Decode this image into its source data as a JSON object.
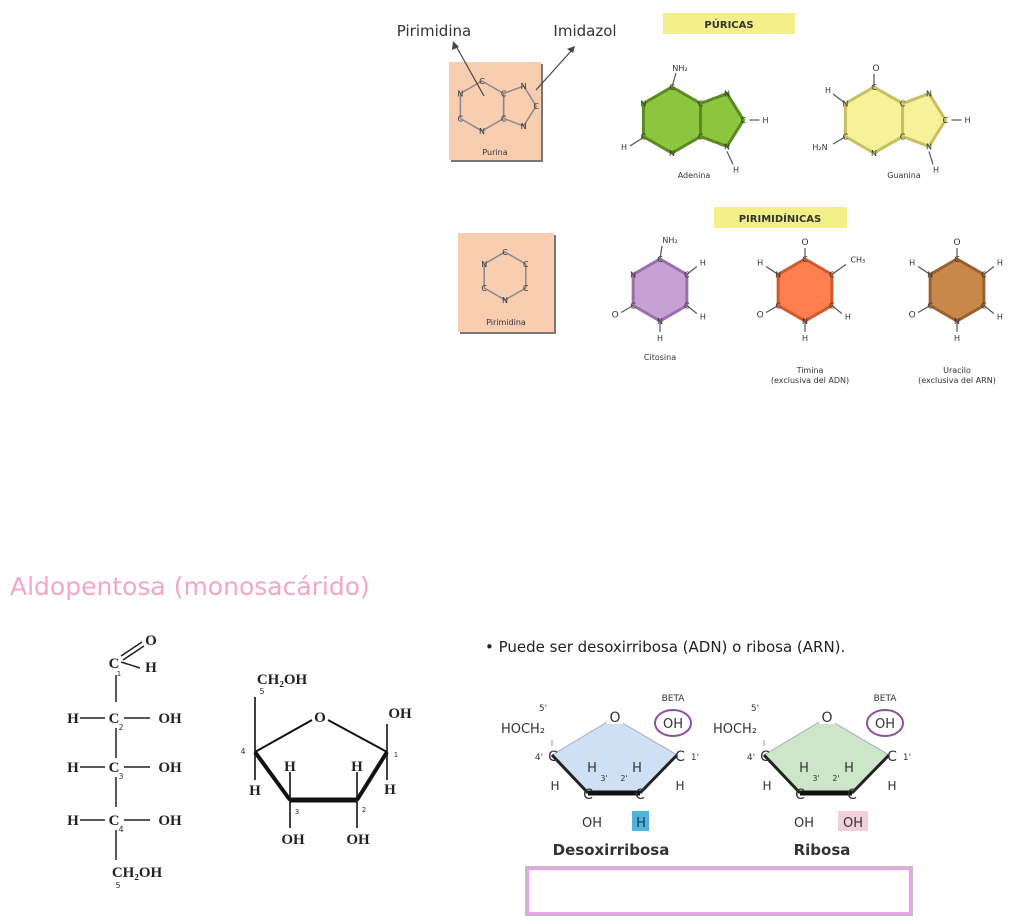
{
  "top": {
    "pirimidina_label": "Pirimidina",
    "imidazol_label": "Imidazol",
    "puricas_label": "PÚRICAS",
    "pirimidinicas_label": "PIRIMIDÍNICAS"
  },
  "molecules": {
    "purina": {
      "caption": "Purina",
      "atoms": [
        "C",
        "C",
        "C",
        "N",
        "C",
        "N",
        "N",
        "C",
        "N"
      ]
    },
    "adenina": {
      "caption": "Adenina",
      "atoms": [
        "C",
        "C",
        "C",
        "N",
        "C",
        "N",
        "N",
        "C",
        "N"
      ],
      "subs": [
        "NH₂",
        "H",
        "H",
        "H"
      ],
      "fill": "#8cc63f"
    },
    "guanina": {
      "caption": "Guanina",
      "atoms": [
        "C",
        "C",
        "C",
        "N",
        "C",
        "N",
        "N",
        "C",
        "N"
      ],
      "subs": [
        "O",
        "H",
        "H₂N",
        "H",
        "H"
      ],
      "fill": "#f6f29a"
    },
    "pirimidina": {
      "caption": "Pirimidina",
      "atoms": [
        "C",
        "C",
        "C",
        "N",
        "C",
        "N"
      ]
    },
    "citosina": {
      "caption": "Citosina",
      "atoms": [
        "C",
        "C",
        "C",
        "N",
        "C",
        "N"
      ],
      "subs": [
        "NH₂",
        "H",
        "H",
        "H",
        "O"
      ],
      "fill": "#c7a0d4"
    },
    "timina": {
      "caption": "Timina",
      "note": "(exclusiva del ADN)",
      "atoms": [
        "C",
        "C",
        "C",
        "N",
        "C",
        "N"
      ],
      "subs": [
        "O",
        "CH₃",
        "H",
        "H",
        "O",
        "H"
      ],
      "fill": "#ff7f4f"
    },
    "uracilo": {
      "caption": "Uracilo",
      "note": "(exclusiva del ARN)",
      "atoms": [
        "C",
        "C",
        "C",
        "N",
        "C",
        "N"
      ],
      "subs": [
        "O",
        "H",
        "H",
        "H",
        "O",
        "H"
      ],
      "fill": "#c8884a"
    }
  },
  "bottom": {
    "title": "Aldopentosa (monosacárido)",
    "bullet": "• Puede ser desoxirribosa (ADN) o ribosa (ARN).",
    "fischer": {
      "c1": "C",
      "o": "O",
      "h1": "H",
      "rows": [
        {
          "h": "H",
          "c": "C",
          "oh": "OH",
          "num": "2"
        },
        {
          "h": "H",
          "c": "C",
          "oh": "OH",
          "num": "3"
        },
        {
          "h": "H",
          "c": "C",
          "oh": "OH",
          "num": "4"
        }
      ],
      "num1": "1",
      "ch2oh": "CH₂OH",
      "num5": "5"
    },
    "haworth": {
      "ch2oh": "CH₂OH",
      "o": "O",
      "oh1": "OH",
      "h1": "H",
      "h3": "H",
      "h2": "H",
      "h4": "H",
      "oh3": "OH",
      "oh2": "OH",
      "n1": "1",
      "n2": "2",
      "n3": "3",
      "n4": "4",
      "n5": "5"
    },
    "sugars": [
      {
        "caption": "Desoxirribosa",
        "hoch2": "HOCH₂",
        "p5": "5'",
        "o": "O",
        "beta": "BETA",
        "oh1": "OH",
        "p4": "4'",
        "c4": "C",
        "h4": "H",
        "h3": "H",
        "p3": "3'",
        "h2": "H",
        "p2": "2'",
        "c3": "C",
        "c2": "C",
        "c1": "C",
        "p1": "1'",
        "h1": "H",
        "oh3": "OH",
        "sub2": "H",
        "fill": "#cfe0f5",
        "highlight": "#4fb3e0"
      },
      {
        "caption": "Ribosa",
        "hoch2": "HOCH₂",
        "p5": "5'",
        "o": "O",
        "beta": "BETA",
        "oh1": "OH",
        "p4": "4'",
        "c4": "C",
        "h4": "H",
        "h3": "H",
        "p3": "3'",
        "h2": "H",
        "p2": "2'",
        "c3": "C",
        "c2": "C",
        "c1": "C",
        "p1": "1'",
        "h1": "H",
        "oh3": "OH",
        "sub2": "OH",
        "fill": "#cde5c8",
        "highlight": "#f0d0dc"
      }
    ]
  }
}
